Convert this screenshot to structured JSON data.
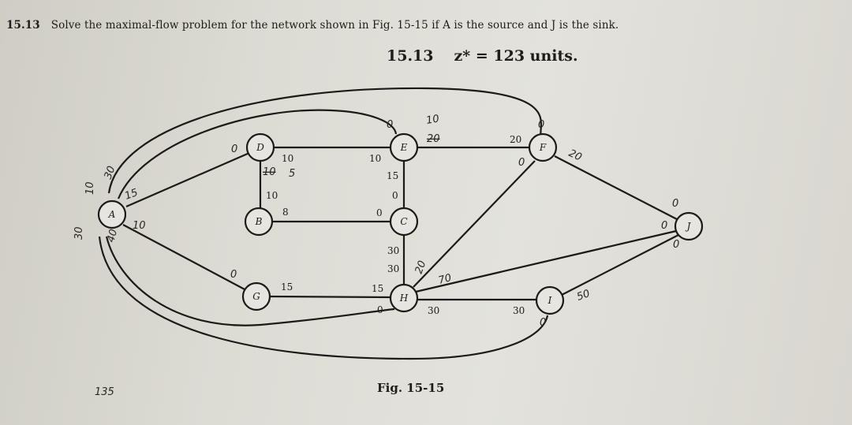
{
  "problem": {
    "number": "15.13",
    "text": "Solve the maximal-flow problem for the network shown in Fig. 15-15 if A is the source and J is the sink."
  },
  "answer": {
    "number": "15.13",
    "result": "z* = 123 units."
  },
  "figure": {
    "caption": "Fig. 15-15",
    "nodes": [
      "A",
      "B",
      "C",
      "D",
      "E",
      "F",
      "G",
      "H",
      "I",
      "J"
    ],
    "printed_labels": {
      "d_e": "10",
      "d_b": "10",
      "b_c": "8",
      "c_left": "0",
      "e_left": "10",
      "e_c": "15",
      "c_e": "0",
      "c_h": "30",
      "h_c": "30",
      "g_h": "15",
      "h_left": "15",
      "h_bottom": "0",
      "h_i": "30",
      "f_i_top": "20",
      "i_left": "30"
    },
    "handwritten": {
      "a_outer_top": "30",
      "a_outer_left": "10",
      "a_bottom": "30",
      "a_to_g": "40",
      "a_to_d": "15",
      "a_to_b": "10",
      "d_in": "0",
      "g_in": "0",
      "d_b_struck": "10",
      "d_b_new": "5",
      "e_top": "0",
      "e_f_struck": "20",
      "e_f_new": "10",
      "f_top": "0",
      "f_h": "0",
      "f_j": "20",
      "h_i_hand": "70",
      "c_h_hand": "20",
      "j_in_top": "0",
      "j_in_left": "0",
      "j_in_bottom": "0",
      "i_j": "50",
      "i_bottom": "0",
      "page_note": "135"
    }
  }
}
